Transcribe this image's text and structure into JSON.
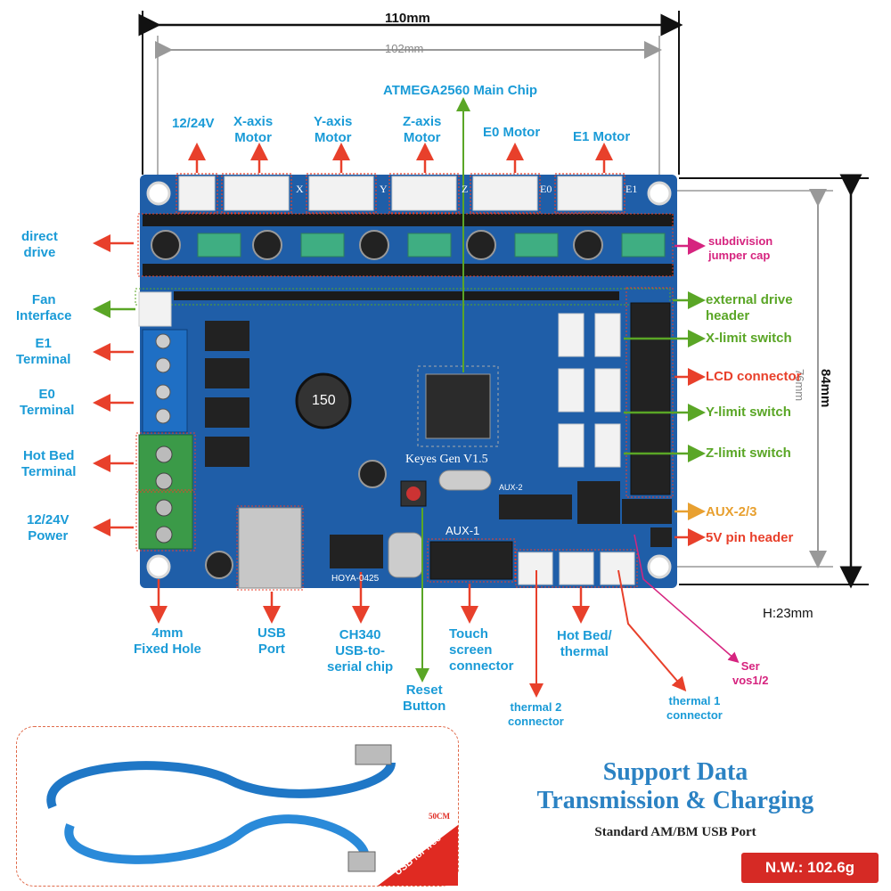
{
  "dimensions": {
    "width_outer": "110mm",
    "width_inner": "102mm",
    "height_outer": "84mm",
    "height_inner": "76mm",
    "thickness": "H:23mm"
  },
  "top_labels": {
    "main_chip": "ATMEGA2560 Main Chip",
    "v1224": "12/24V",
    "x_motor": [
      "X-axis",
      "Motor"
    ],
    "y_motor": [
      "Y-axis",
      "Motor"
    ],
    "z_motor": [
      "Z-axis",
      "Motor"
    ],
    "e0_motor": "E0 Motor",
    "e1_motor": "E1 Motor"
  },
  "left_labels": {
    "direct_drive": [
      "direct",
      "drive"
    ],
    "fan": [
      "Fan",
      "Interface"
    ],
    "e1_terminal": [
      "E1",
      "Terminal"
    ],
    "e0_terminal": [
      "E0",
      "Terminal"
    ],
    "hotbed_terminal": [
      "Hot Bed",
      "Terminal"
    ],
    "power": [
      "12/24V",
      "Power"
    ]
  },
  "right_labels": {
    "subdivision": [
      "subdivision",
      "jumper cap"
    ],
    "external_drive": [
      "external drive",
      "header"
    ],
    "x_limit": "X-limit switch",
    "lcd": "LCD  connector",
    "y_limit": "Y-limit switch",
    "z_limit": "Z-limit switch",
    "aux23": "AUX-2/3",
    "v5_header": "5V pin header"
  },
  "bottom_labels": {
    "fixed_hole": [
      "4mm",
      "Fixed Hole"
    ],
    "usb_port": [
      "USB",
      "Port"
    ],
    "ch340": [
      "CH340",
      "USB-to-",
      "serial chip"
    ],
    "reset": [
      "Reset",
      "Button"
    ],
    "touch": [
      "Touch",
      "screen",
      "connector"
    ],
    "hotbed_thermal": [
      "Hot Bed/",
      "thermal"
    ],
    "thermal2": [
      "thermal 2",
      "connector"
    ],
    "thermal1": [
      "thermal 1",
      "connector"
    ],
    "servos": [
      "Ser",
      "vos1/2"
    ]
  },
  "board_silk": {
    "name": "Keyes Gen V1.5",
    "aux1": "AUX-1",
    "aux2": "AUX-2",
    "axis_marks": [
      "X",
      "Y",
      "Z",
      "E0",
      "E1"
    ],
    "cap_value": "150",
    "version": "HOYA-0425"
  },
  "promo": {
    "title_line1": "Support Data",
    "title_line2": "Transmission & Charging",
    "subtitle": "Standard AM/BM USB Port",
    "usb_tag": "USB  for free",
    "usb_length": "50CM",
    "weight": "N.W.:  102.6g"
  },
  "colors": {
    "board": "#1f5ea8",
    "label_blue": "#1a9bd7",
    "label_red": "#e8402b",
    "label_green": "#5aa626",
    "label_magenta": "#d6247f",
    "label_orange": "#e8a030",
    "badge_red": "#d62a25"
  }
}
